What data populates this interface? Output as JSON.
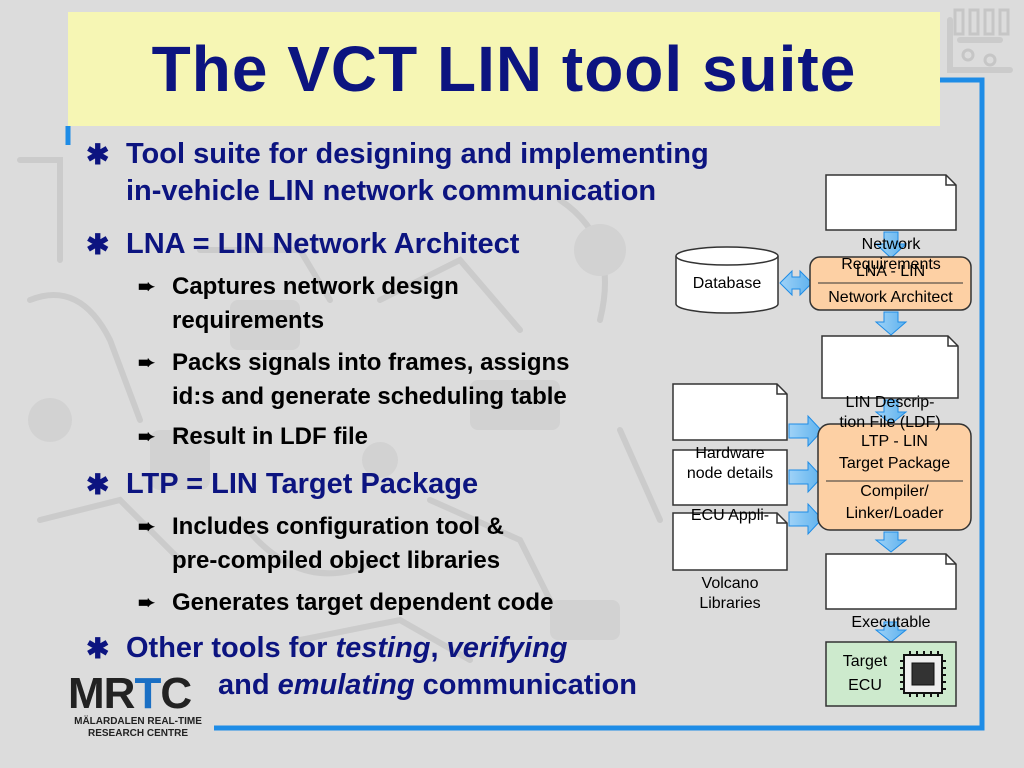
{
  "slide": {
    "title": "The VCT LIN tool suite",
    "colors": {
      "title_bg": "#f6f6b4",
      "title_text": "#0c1480",
      "frame_blue": "#1e8ce6",
      "box_orange": "#fdd0a4",
      "ecu_green": "#cdeacd"
    }
  },
  "bullets": [
    {
      "text_line1": "Tool suite for designing and implementing",
      "text_line2": "in-vehicle LIN network communication"
    },
    {
      "text_line1": "LNA = LIN Network Architect",
      "subs": [
        {
          "line1": "Captures network design",
          "line2": "requirements"
        },
        {
          "line1": "Packs signals into frames, assigns",
          "line2": "id:s and generate scheduling table"
        },
        {
          "line1": "Result in LDF file"
        }
      ]
    },
    {
      "text_line1": "LTP = LIN Target Package",
      "subs": [
        {
          "line1": "Includes configuration tool &",
          "line2": "pre-compiled object libraries"
        },
        {
          "line1": "Generates target dependent code"
        }
      ]
    },
    {
      "text_pre": "Other tools for ",
      "text_em1": "testing",
      "text_comma": ", ",
      "text_em2": "verifying",
      "text_line2_pre": "and ",
      "text_em3": "emulating",
      "text_line2_post": " communication"
    }
  ],
  "diagram": {
    "network_req_line1": "Network",
    "network_req_line2": "Requirements",
    "database": "Database",
    "lna_line1": "LNA - LIN",
    "lna_line2": "Network Architect",
    "ldf_line1": "LIN Descrip-",
    "ldf_line2": "tion File (LDF)",
    "hw_line1": "Hardware",
    "hw_line2": "node details",
    "ecu_appl": "ECU Appli-",
    "volcano_line1": "Volcano",
    "volcano_line2": "Libraries",
    "ltp_line1": "LTP - LIN",
    "ltp_line2": "Target Package",
    "ltp_line3": "Compiler/",
    "ltp_line4": "Linker/Loader",
    "executable": "Executable",
    "target_line1": "Target",
    "target_line2": "ECU"
  },
  "logo": {
    "letters_m": "M",
    "letters_r": "R",
    "letters_t": "T",
    "letters_c": "C",
    "sub_line1": "MÄLARDALEN REAL-TIME",
    "sub_line2": "RESEARCH CENTRE"
  }
}
